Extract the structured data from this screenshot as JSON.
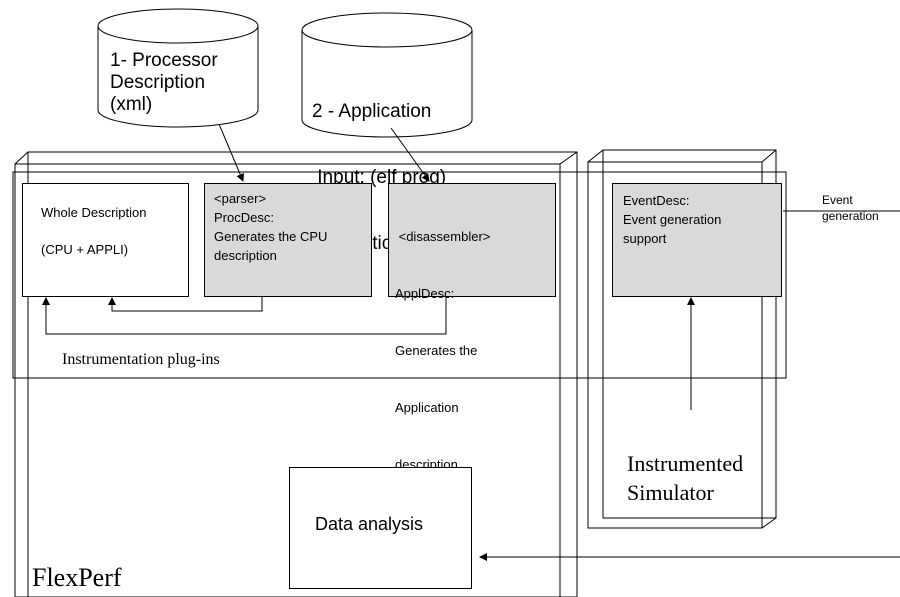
{
  "databases": {
    "processor": {
      "lines": [
        "1- Processor",
        "Description",
        "(xml)"
      ]
    },
    "application": {
      "lines": [
        "2 - Application",
        " Input: (elf prog)",
        "application"
      ]
    }
  },
  "boxes": {
    "whole_description": {
      "title": "Whole Description",
      "subtitle": "(CPU + APPLI)"
    },
    "proc_desc": {
      "lines": [
        "<parser>",
        "ProcDesc:",
        "Generates the CPU",
        "description"
      ]
    },
    "appl_desc": {
      "lines": [
        " <disassembler>",
        "ApplDesc:",
        "Generates the",
        "Application",
        "description"
      ]
    },
    "event_desc": {
      "lines": [
        "EventDesc:",
        "Event generation",
        "support"
      ]
    },
    "data_analysis": {
      "label": "Data analysis"
    }
  },
  "labels": {
    "instrumentation_plugins": "Instrumentation plug-ins",
    "flexperf": "FlexPerf",
    "instrumented_simulator": [
      "Instrumented",
      "Simulator"
    ],
    "event_generation": [
      "Event",
      "generation"
    ]
  },
  "colors": {
    "process_fill": "#d9d9d9",
    "stroke": "#000000"
  }
}
